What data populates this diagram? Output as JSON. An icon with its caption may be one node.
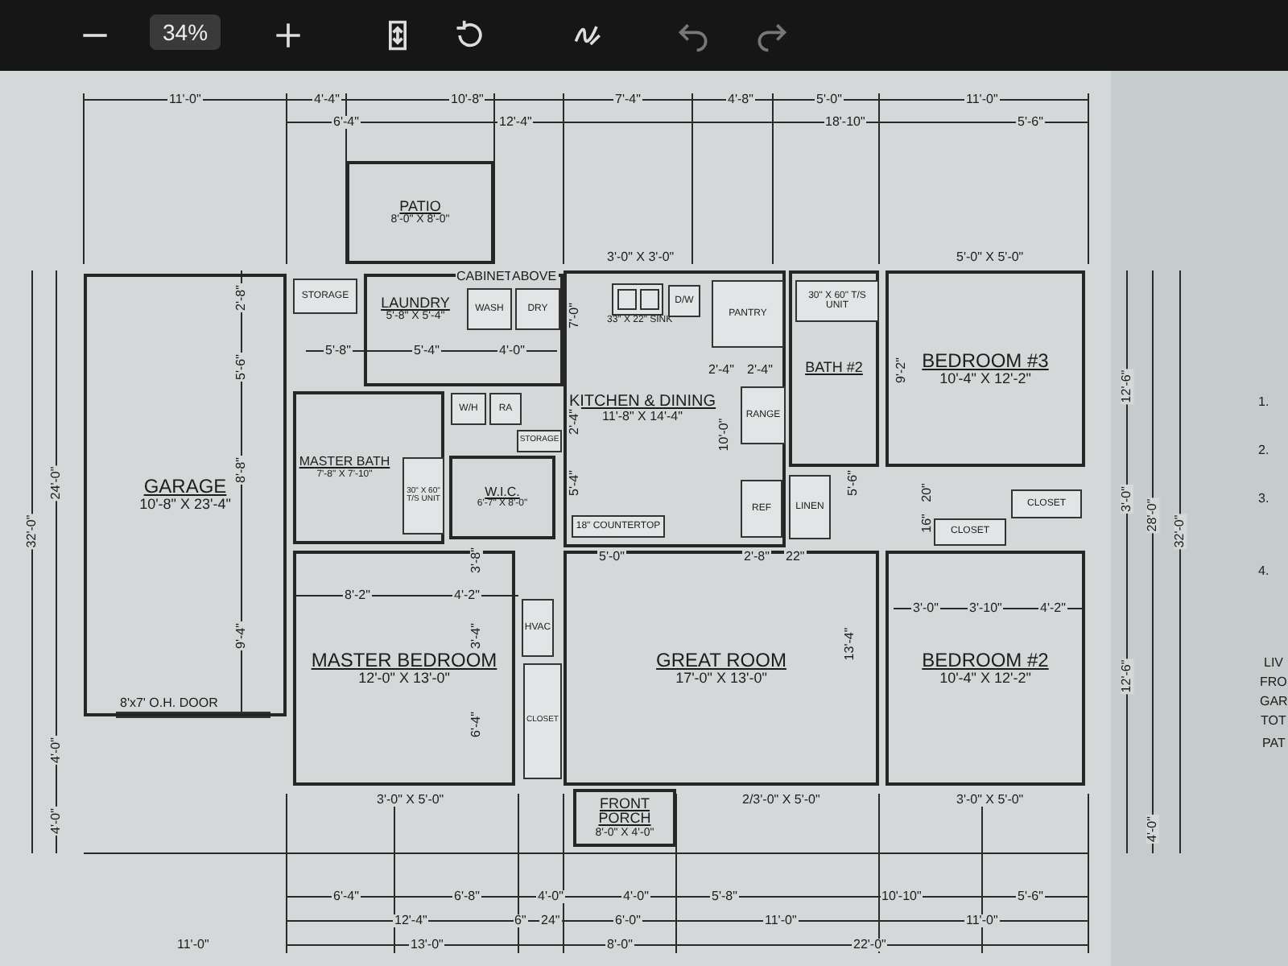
{
  "diagram": {
    "nodes": [
      {
        "text": [
          "PATIO",
          "8'-0\" X 8'-0\""
        ]
      },
      {
        "text": [
          "STORAGE"
        ]
      },
      {
        "text": [
          "LAUNDRY",
          "5'-8\" X 5'-4\""
        ]
      },
      {
        "text": [
          "WASH"
        ],
        "in": 2
      },
      {
        "text": [
          "DRY"
        ],
        "in": 2
      },
      {
        "text": [
          "KITCHEN & DINING",
          "11'-8\" X 14'-4\""
        ]
      },
      {
        "text": [],
        "shape": "box",
        "beside": [
          "33\" X 22\" SINK"
        ],
        "in": 5
      },
      {
        "text": [
          "D/W"
        ],
        "in": 5
      },
      {
        "text": [
          "PANTRY"
        ],
        "in": 5
      },
      {
        "text": [
          "BATH #2"
        ]
      },
      {
        "text": [
          "30\" X 60\" T/S UNIT"
        ],
        "in": 9
      },
      {
        "text": [
          "BEDROOM #3",
          "10'-4\" X 12'-2\""
        ]
      },
      {
        "text": [
          "W/H"
        ]
      },
      {
        "text": [
          "RA"
        ]
      },
      {
        "text": [
          "STORAGE"
        ]
      },
      {
        "text": [
          "MASTER BATH",
          "7'-8\" X 7'-10\""
        ]
      },
      {
        "text": [
          "30\" X 60\" T/S UNIT"
        ],
        "in": 15
      },
      {
        "text": [
          "W.I.C.",
          "6'-7\" X 8'-0\""
        ]
      },
      {
        "text": [
          "18\" COUNTERTOP"
        ],
        "in": 5
      },
      {
        "text": [
          "RANGE"
        ],
        "in": 5
      },
      {
        "text": [
          "REF"
        ],
        "in": 5
      },
      {
        "text": [
          "LINEN"
        ]
      },
      {
        "text": [
          "GARAGE",
          "10'-8\" X 23'-4\""
        ]
      },
      {
        "text": [
          "CLOSET"
        ]
      },
      {
        "text": [
          "CLOSET"
        ]
      },
      {
        "text": [
          "MASTER BEDROOM",
          "12'-0\" X 13'-0\""
        ]
      },
      {
        "text": [
          "HVAC"
        ]
      },
      {
        "text": [
          "CLOSET"
        ]
      },
      {
        "text": [
          "GREAT ROOM",
          "17'-0\" X 13'-0\""
        ]
      },
      {
        "text": [
          "BEDROOM #2",
          "10'-4\" X 12'-2\""
        ]
      },
      {
        "text": [
          "FRONT PORCH",
          "8'-0\" X 4'-0\""
        ]
      }
    ],
    "edges": [],
    "labels": [
      "34%",
      "11'-0\"",
      "4'-4\"",
      "10'-8\"",
      "7'-4\"",
      "4'-8\"",
      "5'-0\"",
      "11'-0\"",
      "6'-4\"",
      "12'-4\"",
      "18'-10\"",
      "5'-6\"",
      "3'-0\" X 3'-0\"",
      "5'-0\" X 5'-0\"",
      "CABINET",
      "ABOVE",
      "32'-0\"",
      "24'-0\"",
      "2'-8\"",
      "5'-6\"",
      "8'-8\"",
      "9'-4\"",
      "4'-0\"",
      "4'-0\"",
      "7'-0\"",
      "5'-8\"",
      "5'-4\"",
      "4'-0\"",
      "2'-4\"",
      "2'-4\"",
      "2'-4\"",
      "9'-2\"",
      "12'-6\"",
      "28'-0\"",
      "32'-0\"",
      "3'-0\"",
      "12'-6\"",
      "4'-0\"",
      "1.",
      "2.",
      "3.",
      "4.",
      "LIV",
      "FRO",
      "GAR",
      "TOT",
      "PAT",
      "5'-4\"",
      "10'-0\"",
      "5'-6\"",
      "5'-0\"",
      "2'-8\"",
      "22\"",
      "8'-2\"",
      "4'-2\"",
      "3'-8\"",
      "3'-4\"",
      "6'-4\"",
      "13'-4\"",
      "16\"",
      "20\"",
      "3'-0\"",
      "3'-10\"",
      "4'-2\"",
      "8'x7' O.H. DOOR",
      "3'-0\" X 5'-0\"",
      "2/3'-0\" X 5'-0\"",
      "3'-0\" X 5'-0\"",
      "6'-4\"",
      "6'-8\"",
      "4'-0\"",
      "4'-0\"",
      "5'-8\"",
      "10'-10\"",
      "5'-6\"",
      "12'-4\"",
      "6\"",
      "24\"",
      "6'-0\"",
      "11'-0\"",
      "11'-0\"",
      "11'-0\"",
      "13'-0\"",
      "8'-0\"",
      "22'-0\""
    ]
  }
}
